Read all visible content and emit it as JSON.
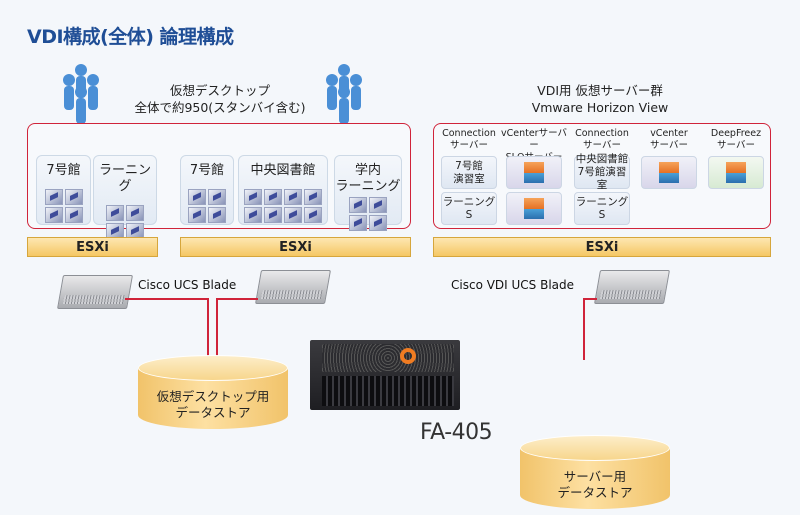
{
  "title": "VDI構成(全体) 論理構成",
  "left_caption": [
    "仮想デスクトップ",
    "全体で約950(スタンバイ含む)"
  ],
  "right_caption": [
    "VDI用 仮想サーバー群",
    "Vmware Horizon View"
  ],
  "desktop_pools": [
    {
      "label": "7号館",
      "vm_count": 4
    },
    {
      "label": "ラーニング",
      "vm_count": 4
    },
    {
      "label": "7号館",
      "vm_count": 4
    },
    {
      "label": "中央図書館",
      "vm_count": 8
    },
    {
      "label": "学内\nラーニング",
      "vm_count": 4
    }
  ],
  "server_columns": [
    {
      "header": [
        "Connection",
        "サーバー"
      ],
      "boxes": [
        {
          "text": [
            "7号館",
            "演習室"
          ],
          "style": "blue"
        },
        {
          "text": [
            "ラーニング",
            "S"
          ],
          "style": "blue"
        }
      ]
    },
    {
      "header": [
        "vCenterサーバー",
        "SLQサーバー"
      ],
      "boxes": [
        {
          "icon": "vm-cube-icon",
          "style": "purple"
        },
        {
          "icon": "vm-cube-icon",
          "style": "purple"
        }
      ]
    },
    {
      "header": [
        "Connection",
        "サーバー"
      ],
      "boxes": [
        {
          "text": [
            "中央図書館",
            "7号館演習室"
          ],
          "style": "blue"
        },
        {
          "text": [
            "ラーニング",
            "S"
          ],
          "style": "blue"
        }
      ]
    },
    {
      "header": [
        "vCenter",
        "サーバー"
      ],
      "boxes": [
        {
          "icon": "vm-cube-icon",
          "style": "purple"
        }
      ]
    },
    {
      "header": [
        "DeepFreez",
        "サーバー"
      ],
      "boxes": [
        {
          "icon": "vm-cube-icon",
          "style": "green"
        }
      ]
    }
  ],
  "esxi_label": "ESXi",
  "blade_left_label": "Cisco UCS Blade",
  "blade_right_label": "Cisco VDI UCS Blade",
  "datastore_left": [
    "仮想デスクトップ用",
    "データストア"
  ],
  "datastore_right": [
    "サーバー用",
    "データストア"
  ],
  "storage_model": "FA-405",
  "colors": {
    "title": "#1f4e96",
    "frame": "#d0243a",
    "esxi": "#f5c764",
    "datastore": "#f7d68c",
    "storage_accent": "#f07c22"
  }
}
